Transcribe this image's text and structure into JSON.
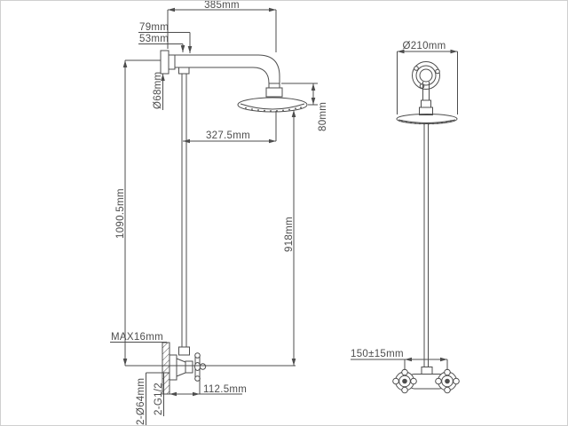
{
  "drawing": {
    "line_color": "#4d4d4d",
    "background_color": "#ffffff",
    "border_color": "#cfcfcf"
  },
  "side_view": {
    "dims": {
      "reach": "385mm",
      "offset79": "79mm",
      "offset53": "53mm",
      "flange_dia": "Ø68mm",
      "head_offset": "327.5mm",
      "total_height": "1090.5mm",
      "head_to_valve": "918mm",
      "head_depth": "80mm",
      "wall_max": "MAX16mm",
      "projection": "112.5mm",
      "inlet_flange": "2-Ø64mm",
      "inlet_thread": "2-G1/2"
    }
  },
  "front_view": {
    "dims": {
      "head_dia": "Ø210mm",
      "inlet_spacing": "150±15mm"
    }
  }
}
